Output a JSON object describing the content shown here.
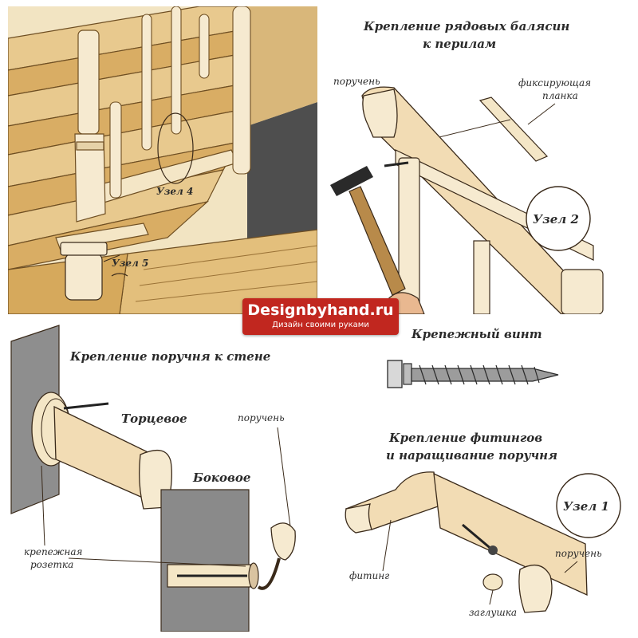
{
  "watermark": {
    "title": "Designbyhand.ru",
    "subtitle": "Дизайн своими руками"
  },
  "stairs": {
    "node4": "Узел 4",
    "node5": "Узел 5"
  },
  "rail": {
    "title_line1": "Крепление рядовых балясин",
    "title_line2": "к перилам",
    "handrail": "поручень",
    "plank_line1": "фиксирующая",
    "plank_line2": "планка",
    "node": "Узел 2"
  },
  "wall": {
    "title": "Крепление поручня к стене",
    "end": "Торцевое",
    "side": "Боковое",
    "handrail": "поручень",
    "rosette_line1": "крепежная",
    "rosette_line2": "розетка"
  },
  "screw": {
    "title": "Крепежный винт"
  },
  "fittings": {
    "title_line1": "Крепление фитингов",
    "title_line2": "и наращивание поручня",
    "node": "Узел 1",
    "handrail": "поручень",
    "fitting": "фитинг",
    "plug": "заглушка"
  },
  "colors": {
    "wood_light": "#f0dfc0",
    "wood_dark": "#c99a55",
    "outline": "#3a2a1a",
    "wall_gray": "#8a8a8a",
    "stair_wall": "#4a4a4a",
    "watermark_red": "#c1271f"
  }
}
